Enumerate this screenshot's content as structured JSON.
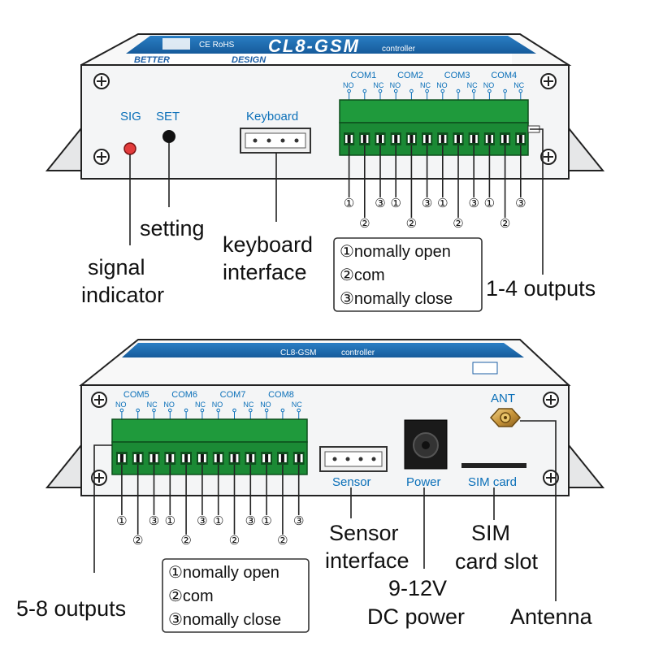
{
  "top_panel": {
    "label_line": "CL8-GSM",
    "label_sub": "controller",
    "label_brand_left": "BETTER",
    "label_brand_right": "DESIGN",
    "label_marks": "CE RoHS",
    "sig_label": "SIG",
    "set_label": "SET",
    "keyboard_label": "Keyboard",
    "com_groups": [
      {
        "name": "COM1",
        "no": "NO",
        "nc": "NC"
      },
      {
        "name": "COM2",
        "no": "NO",
        "nc": "NC"
      },
      {
        "name": "COM3",
        "no": "NO",
        "nc": "NC"
      },
      {
        "name": "COM4",
        "no": "NO",
        "nc": "NC"
      }
    ],
    "pin_numbers_row1": [
      "①",
      "③",
      "①",
      "③",
      "①",
      "③",
      "①",
      "③"
    ],
    "pin_numbers_row2": [
      "②",
      "②",
      "②",
      "②"
    ],
    "legend": [
      "①nomally open",
      "②com",
      "③nomally close"
    ],
    "callouts": {
      "setting": "setting",
      "signal_line1": "signal",
      "signal_line2": "indicator",
      "keyboard_line1": "keyboard",
      "keyboard_line2": "interface",
      "outputs": "1-4 outputs"
    }
  },
  "bottom_panel": {
    "label_line": "CL8-GSM",
    "label_sub": "controller",
    "ant_label": "ANT",
    "sensor_label": "Sensor",
    "power_label": "Power",
    "sim_label": "SIM card",
    "com_groups": [
      {
        "name": "COM5",
        "no": "NO",
        "nc": "NC"
      },
      {
        "name": "COM6",
        "no": "NO",
        "nc": "NC"
      },
      {
        "name": "COM7",
        "no": "NO",
        "nc": "NC"
      },
      {
        "name": "COM8",
        "no": "NO",
        "nc": "NC"
      }
    ],
    "pin_numbers_row1": [
      "①",
      "③",
      "①",
      "③",
      "①",
      "③",
      "①",
      "③"
    ],
    "pin_numbers_row2": [
      "②",
      "②",
      "②",
      "②"
    ],
    "legend": [
      "①nomally open",
      "②com",
      "③nomally close"
    ],
    "callouts": {
      "outputs": "5-8 outputs",
      "sensor_line1": "Sensor",
      "sensor_line2": "interface",
      "power_line1": "9-12V",
      "power_line2": "DC power",
      "sim_line1": "SIM",
      "sim_line2": "card slot",
      "antenna": "Antenna"
    }
  },
  "colors": {
    "panel": "#f4f5f6",
    "panel_stroke": "#222222",
    "label_band": "#1d6fb8",
    "terminal_green": "#1f9a3c",
    "terminal_dark": "#13722b",
    "led_red": "#e23b3b",
    "brass": "#c9963a"
  }
}
